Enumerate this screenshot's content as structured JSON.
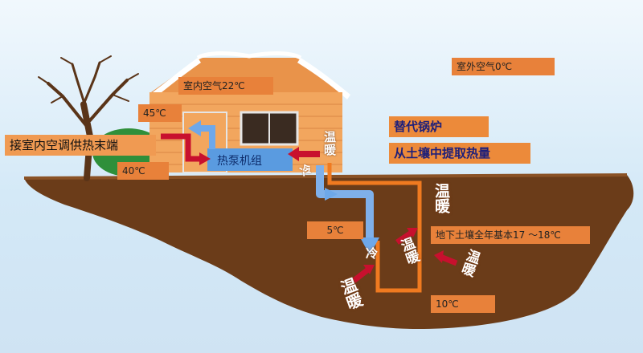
{
  "labels": {
    "indoor_air": "室内空气22℃",
    "outdoor_air": "室外空气0℃",
    "replace_boiler": "替代锅炉",
    "extract_heat": "从土壤中提取热量",
    "indoor_terminal": "接室内空调供热末端",
    "temp_45": "45℃",
    "temp_40": "40℃",
    "heat_pump": "热泵机组",
    "temp_5": "5℃",
    "soil_temp": "地下土壤全年基本17 ～18℃",
    "temp_10": "10℃"
  },
  "vertical": {
    "warm_house": "温暖",
    "cold_top": "冷",
    "warm_pipe_right": "温暖",
    "cold_pipe": "冷",
    "warm_inner": "温暖",
    "warm_right": "温暖",
    "warm_bottom": "温暖"
  },
  "colors": {
    "ground": "#6b3c19",
    "house": "#f2a65e",
    "hot_arrow": "#c8102e",
    "cold_arrow": "#6ea8ea",
    "pipe_orange": "#f07a20",
    "label_bg": "#e8813a"
  }
}
